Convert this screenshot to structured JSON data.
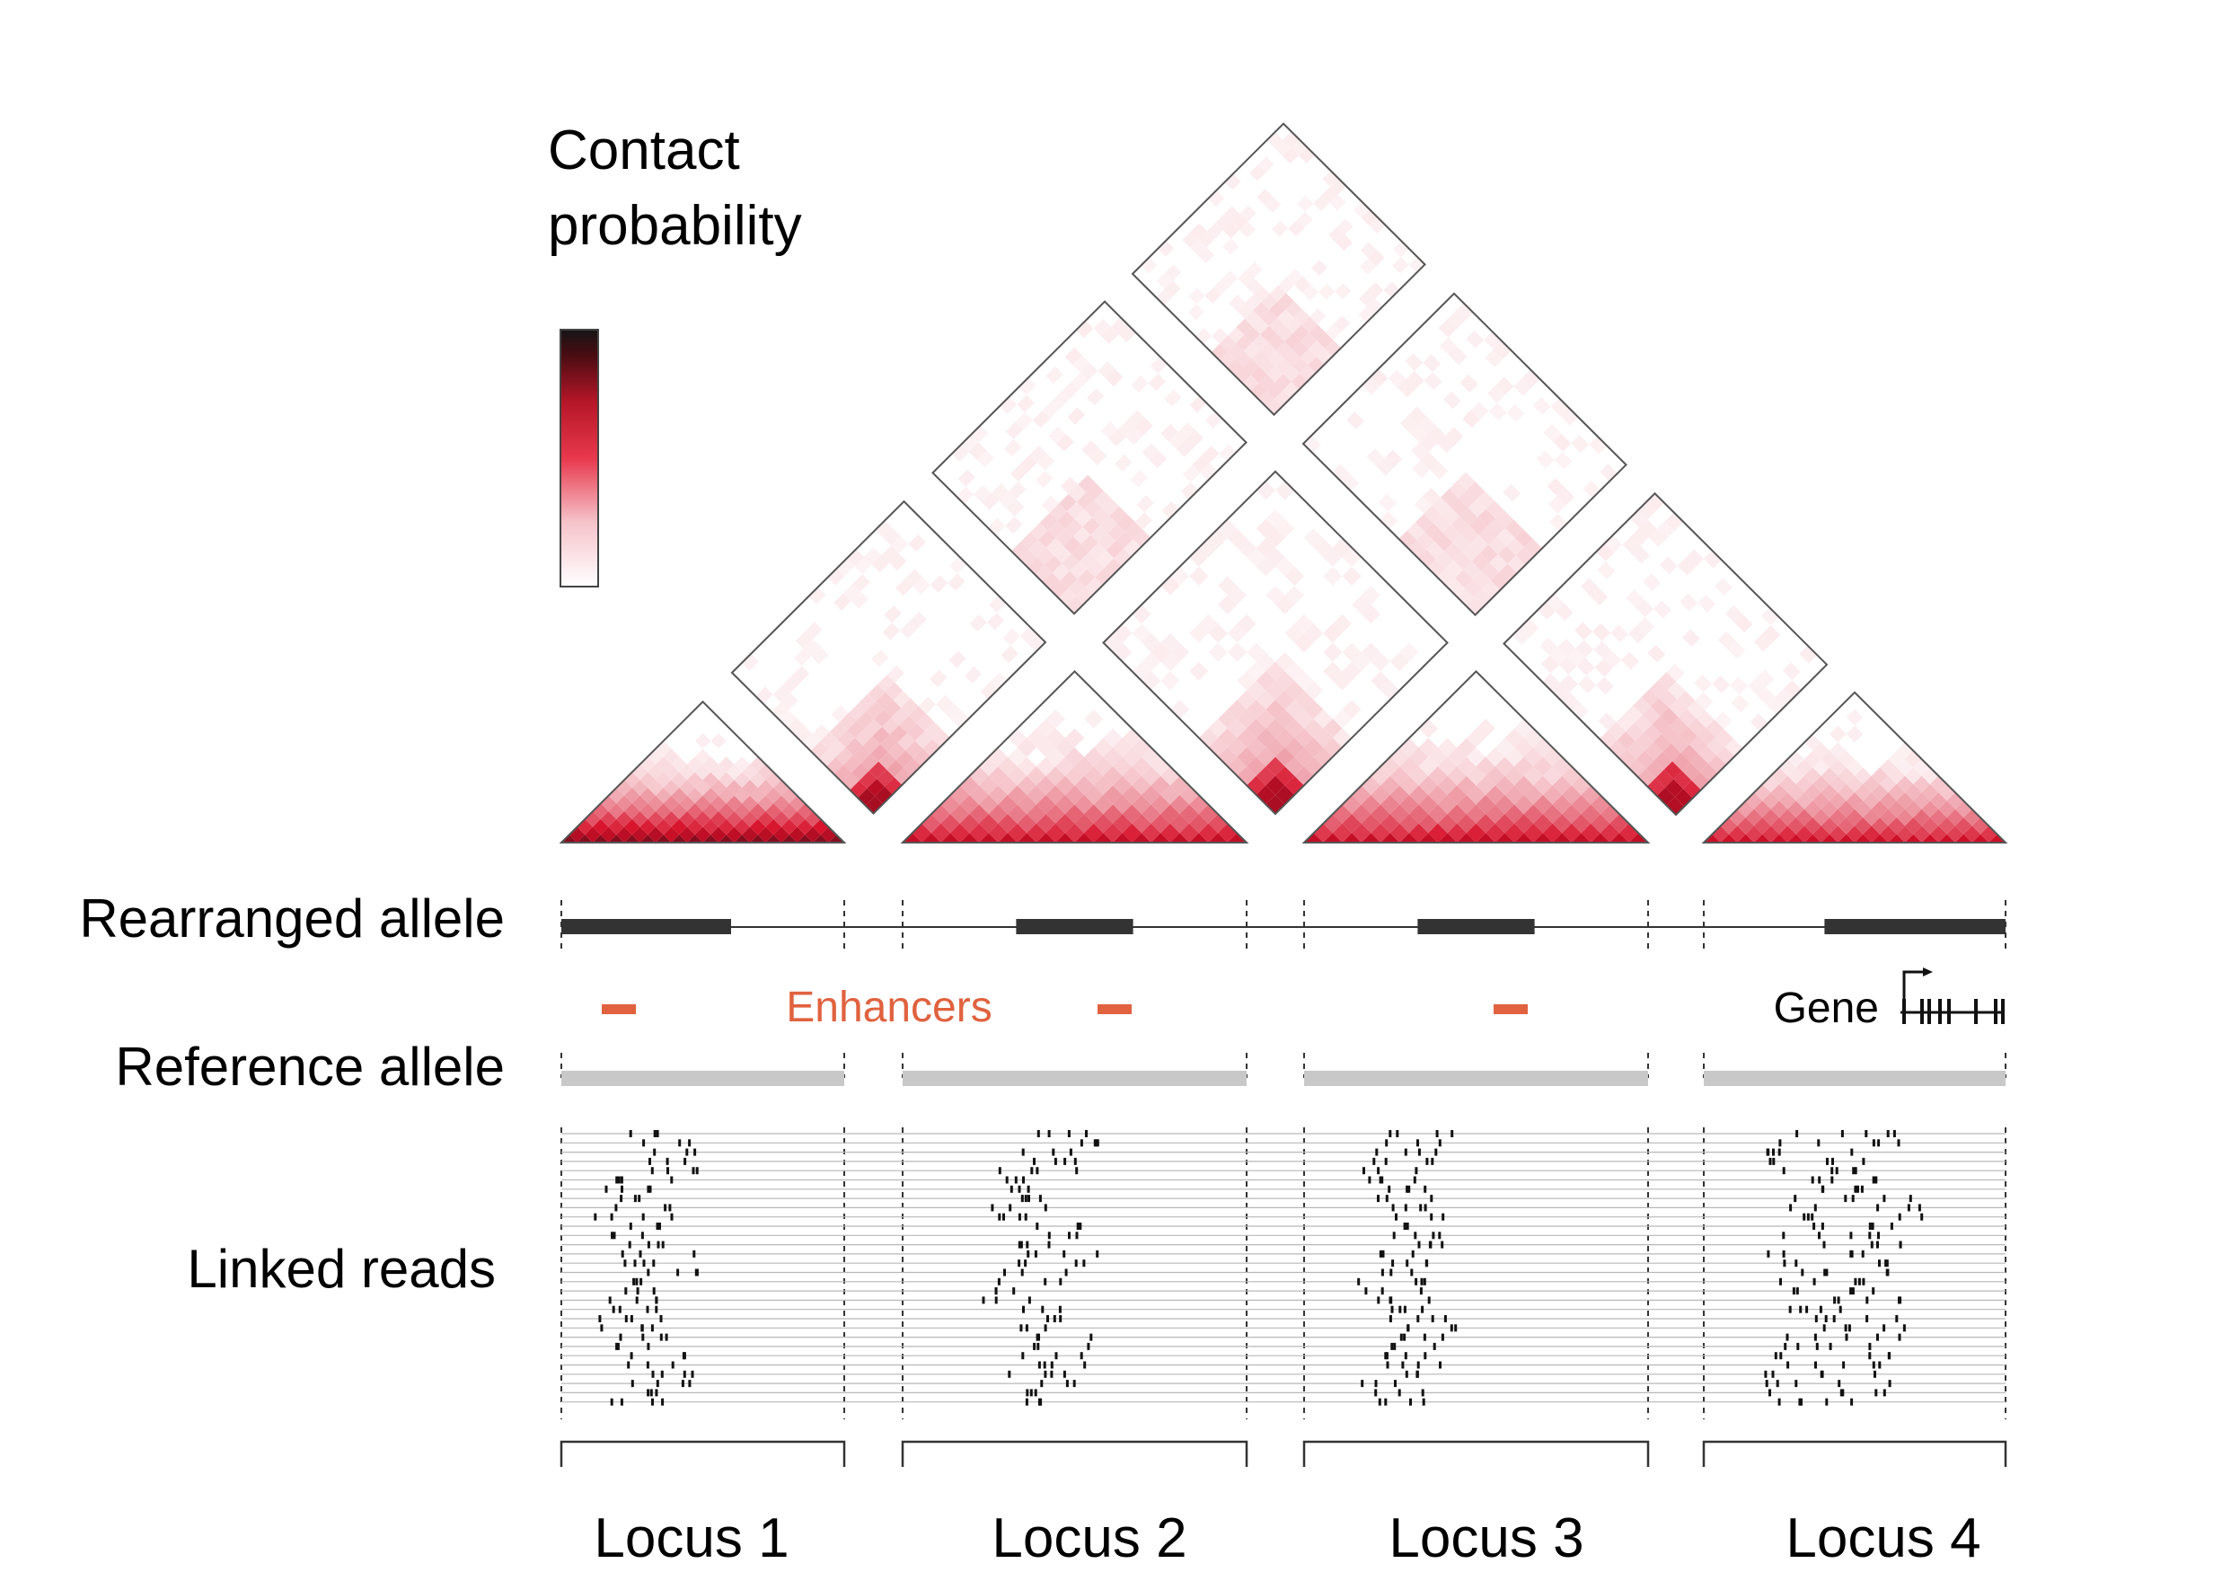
{
  "legend": {
    "title_line1": "Contact",
    "title_line2": "probability",
    "colors": [
      "#ffffff",
      "#f7c9cf",
      "#ea4a5a",
      "#c4182c",
      "#5a0d15",
      "#1a1a1a"
    ]
  },
  "row_labels": {
    "rearranged": "Rearranged allele",
    "reference": "Reference allele",
    "linked": "Linked reads"
  },
  "enhancers": {
    "label": "Enhancers",
    "color": "#e0623f"
  },
  "gene": {
    "label": "Gene"
  },
  "loci": [
    {
      "label": "Locus 1",
      "rearranged_block": [
        0.0,
        0.6
      ]
    },
    {
      "label": "Locus 2",
      "rearranged_block": [
        0.33,
        0.67
      ]
    },
    {
      "label": "Locus 3",
      "rearranged_block": [
        0.33,
        0.67
      ]
    },
    {
      "label": "Locus 4",
      "rearranged_block": [
        0.4,
        1.0
      ]
    }
  ],
  "colors": {
    "rearranged_block": "#333333",
    "reference_bar": "#c8c8c8",
    "read_line": "#b8b8b8",
    "matrix_red": "#d7192f",
    "matrix_dark": "#151515"
  }
}
